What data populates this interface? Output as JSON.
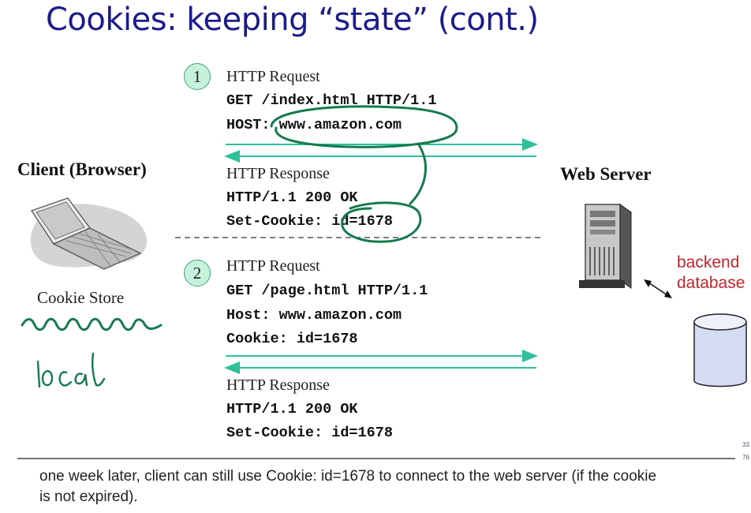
{
  "title": "Cookies: keeping “state” (cont.)",
  "client_label": "Client (Browser)",
  "cookie_store_label": "Cookie Store",
  "server_label": "Web Server",
  "backend": {
    "line1": "backend",
    "line2": "database"
  },
  "exchanges": [
    {
      "step": "1",
      "request_label": "HTTP Request",
      "request_lines": [
        "GET /index.html HTTP/1.1",
        "HOST: www.amazon.com"
      ],
      "response_label": "HTTP Response",
      "response_lines": [
        "HTTP/1.1 200 OK",
        "Set-Cookie: id=1678"
      ]
    },
    {
      "step": "2",
      "request_label": "HTTP Request",
      "request_lines": [
        "GET /page.html HTTP/1.1",
        "Host: www.amazon.com",
        "Cookie: id=1678"
      ],
      "response_label": "HTTP Response",
      "response_lines": [
        "HTTP/1.1 200 OK",
        "Set-Cookie: id=1678"
      ]
    }
  ],
  "footer": "one week later, client can still use Cookie: id=1678 to connect to the web server (if the cookie is not expired).",
  "side_marks": [
    "33",
    "76"
  ],
  "colors": {
    "title": "#1b1b8c",
    "arrow": "#2fbf9a",
    "annotation_ink": "#157a4e",
    "backend_text": "#c0262c",
    "step_circle_fill": "#c6f2dc"
  }
}
